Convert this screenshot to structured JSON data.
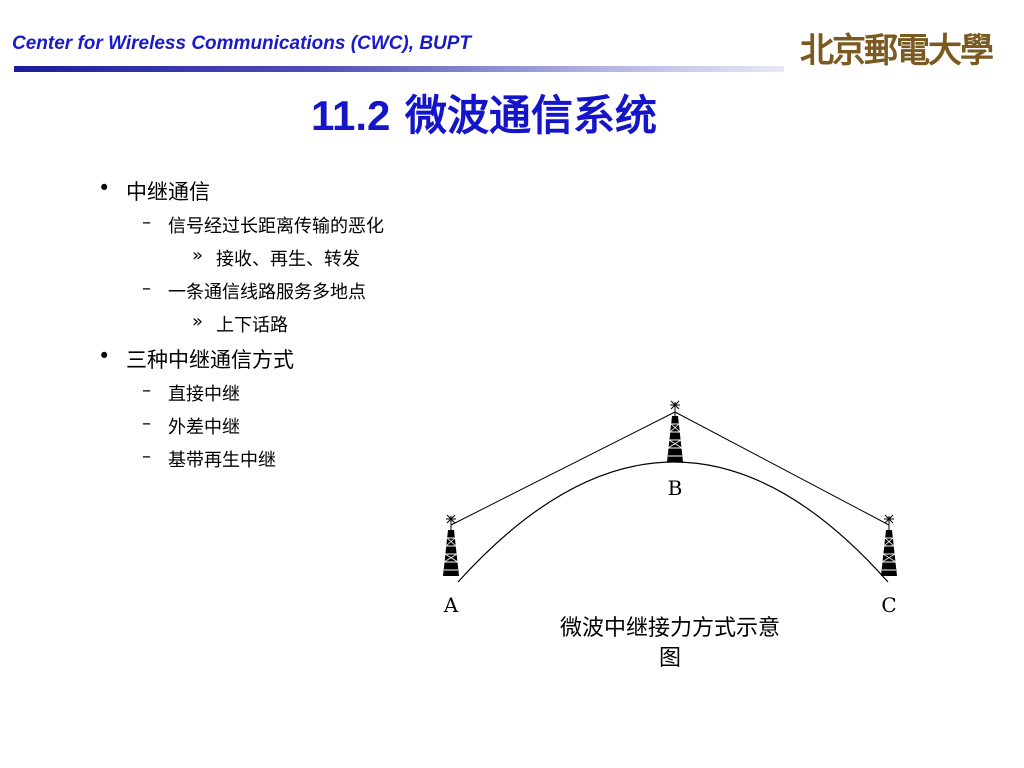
{
  "header": {
    "org_title": "Center for Wireless Communications (CWC), BUPT",
    "logo_text": "北京郵電大學"
  },
  "slide": {
    "title_number": "11.2",
    "title_text": "微波通信系统"
  },
  "bullets": [
    {
      "level": 1,
      "marker": "•",
      "text": "中继通信"
    },
    {
      "level": 2,
      "marker": "–",
      "text": "信号经过长距离传输的恶化"
    },
    {
      "level": 3,
      "marker": "»",
      "text": "接收、再生、转发"
    },
    {
      "level": 2,
      "marker": "–",
      "text": "一条通信线路服务多地点"
    },
    {
      "level": 3,
      "marker": "»",
      "text": "上下话路"
    },
    {
      "level": 1,
      "marker": "•",
      "text": "三种中继通信方式"
    },
    {
      "level": 2,
      "marker": "–",
      "text": "直接中继"
    },
    {
      "level": 2,
      "marker": "–",
      "text": "外差中继"
    },
    {
      "level": 2,
      "marker": "–",
      "text": "基带再生中继"
    }
  ],
  "diagram": {
    "stations": [
      "A",
      "B",
      "C"
    ],
    "caption_line1": "微波中继接力方式示意",
    "caption_line2": "图"
  },
  "colors": {
    "header_text": "#1a1ac8",
    "title_text": "#1414c8",
    "logo": "#7a5a20"
  }
}
